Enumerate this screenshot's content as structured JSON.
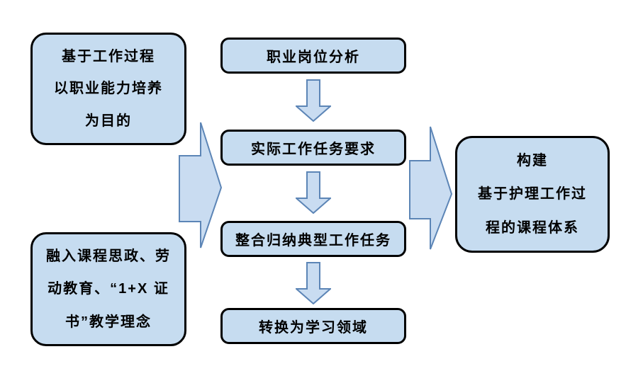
{
  "diagram": {
    "type": "flowchart",
    "colors": {
      "box_fill": "#c6dcf0",
      "box_border": "#000000",
      "arrow_fill": "#c9dcf1",
      "arrow_stroke": "#5c85b6",
      "text": "#000000",
      "background": "#ffffff"
    },
    "left_boxes": [
      {
        "name": "goal-box",
        "lines": [
          "基于工作过程",
          "以职业能力培养",
          "为目的"
        ]
      },
      {
        "name": "ideology-box",
        "lines": [
          "融入课程思政、劳",
          "动教育、“1+X 证",
          "书”教学理念"
        ]
      }
    ],
    "process_steps": [
      {
        "label": "职业岗位分析"
      },
      {
        "label": "实际工作任务要求"
      },
      {
        "label": "整合归纳典型工作任务"
      },
      {
        "label": "转换为学习领域"
      }
    ],
    "result_box": {
      "name": "outcome-box",
      "lines": [
        "构建",
        "基于护理工作过",
        "程的课程体系"
      ]
    },
    "icons": {
      "down_arrow": "block-down-arrow",
      "right_arrow": "block-right-arrow"
    }
  }
}
